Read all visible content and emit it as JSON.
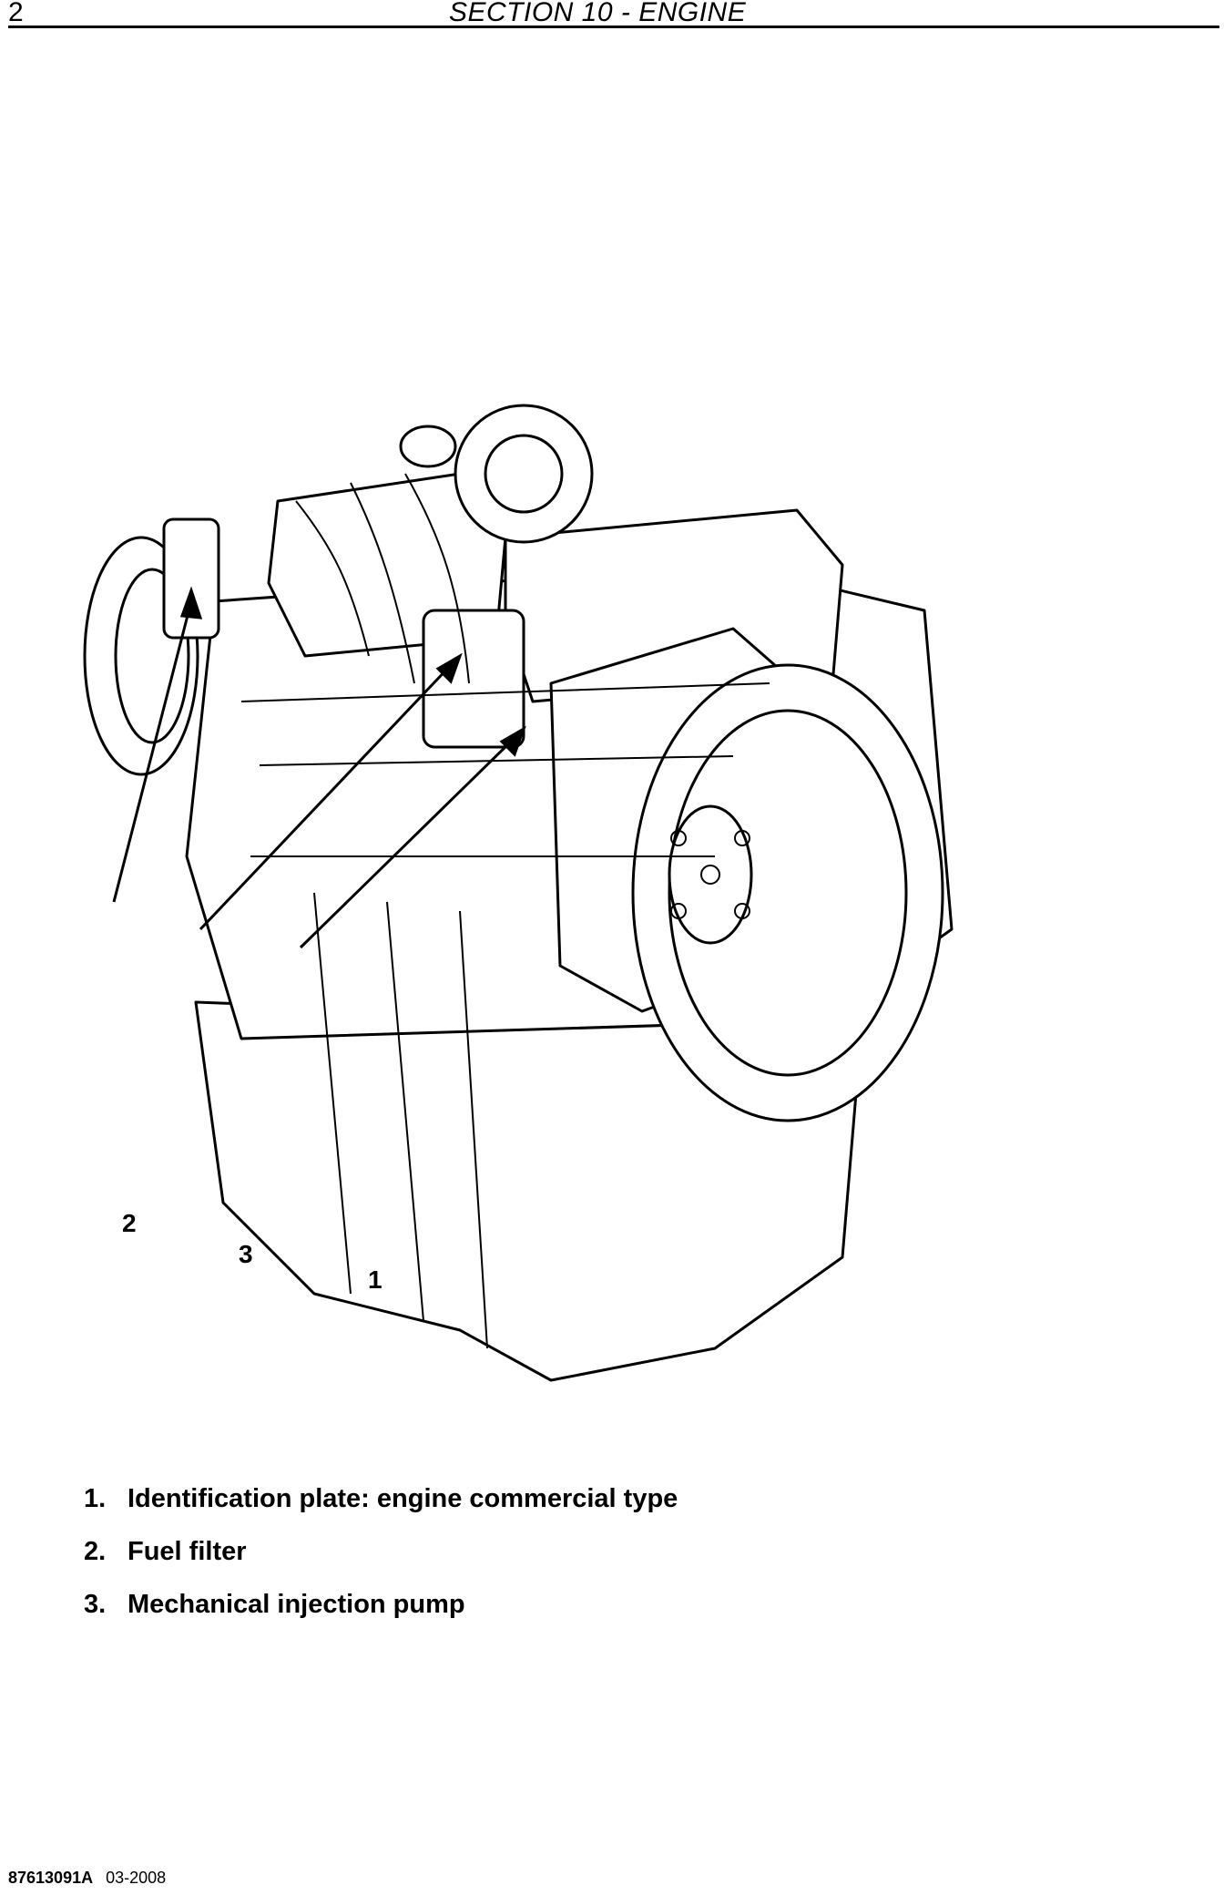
{
  "header": {
    "page_number": "2",
    "section_title": "SECTION 10 - ENGINE"
  },
  "figure": {
    "illustration": "engine-line-drawing",
    "callouts": [
      "2",
      "3",
      "1"
    ]
  },
  "legend": [
    {
      "num": "1.",
      "text": "Identification plate: engine commercial type"
    },
    {
      "num": "2.",
      "text": "Fuel filter"
    },
    {
      "num": "3.",
      "text": "Mechanical injection pump"
    }
  ],
  "footer": {
    "doc_code": "87613091A",
    "date": "03-2008"
  }
}
